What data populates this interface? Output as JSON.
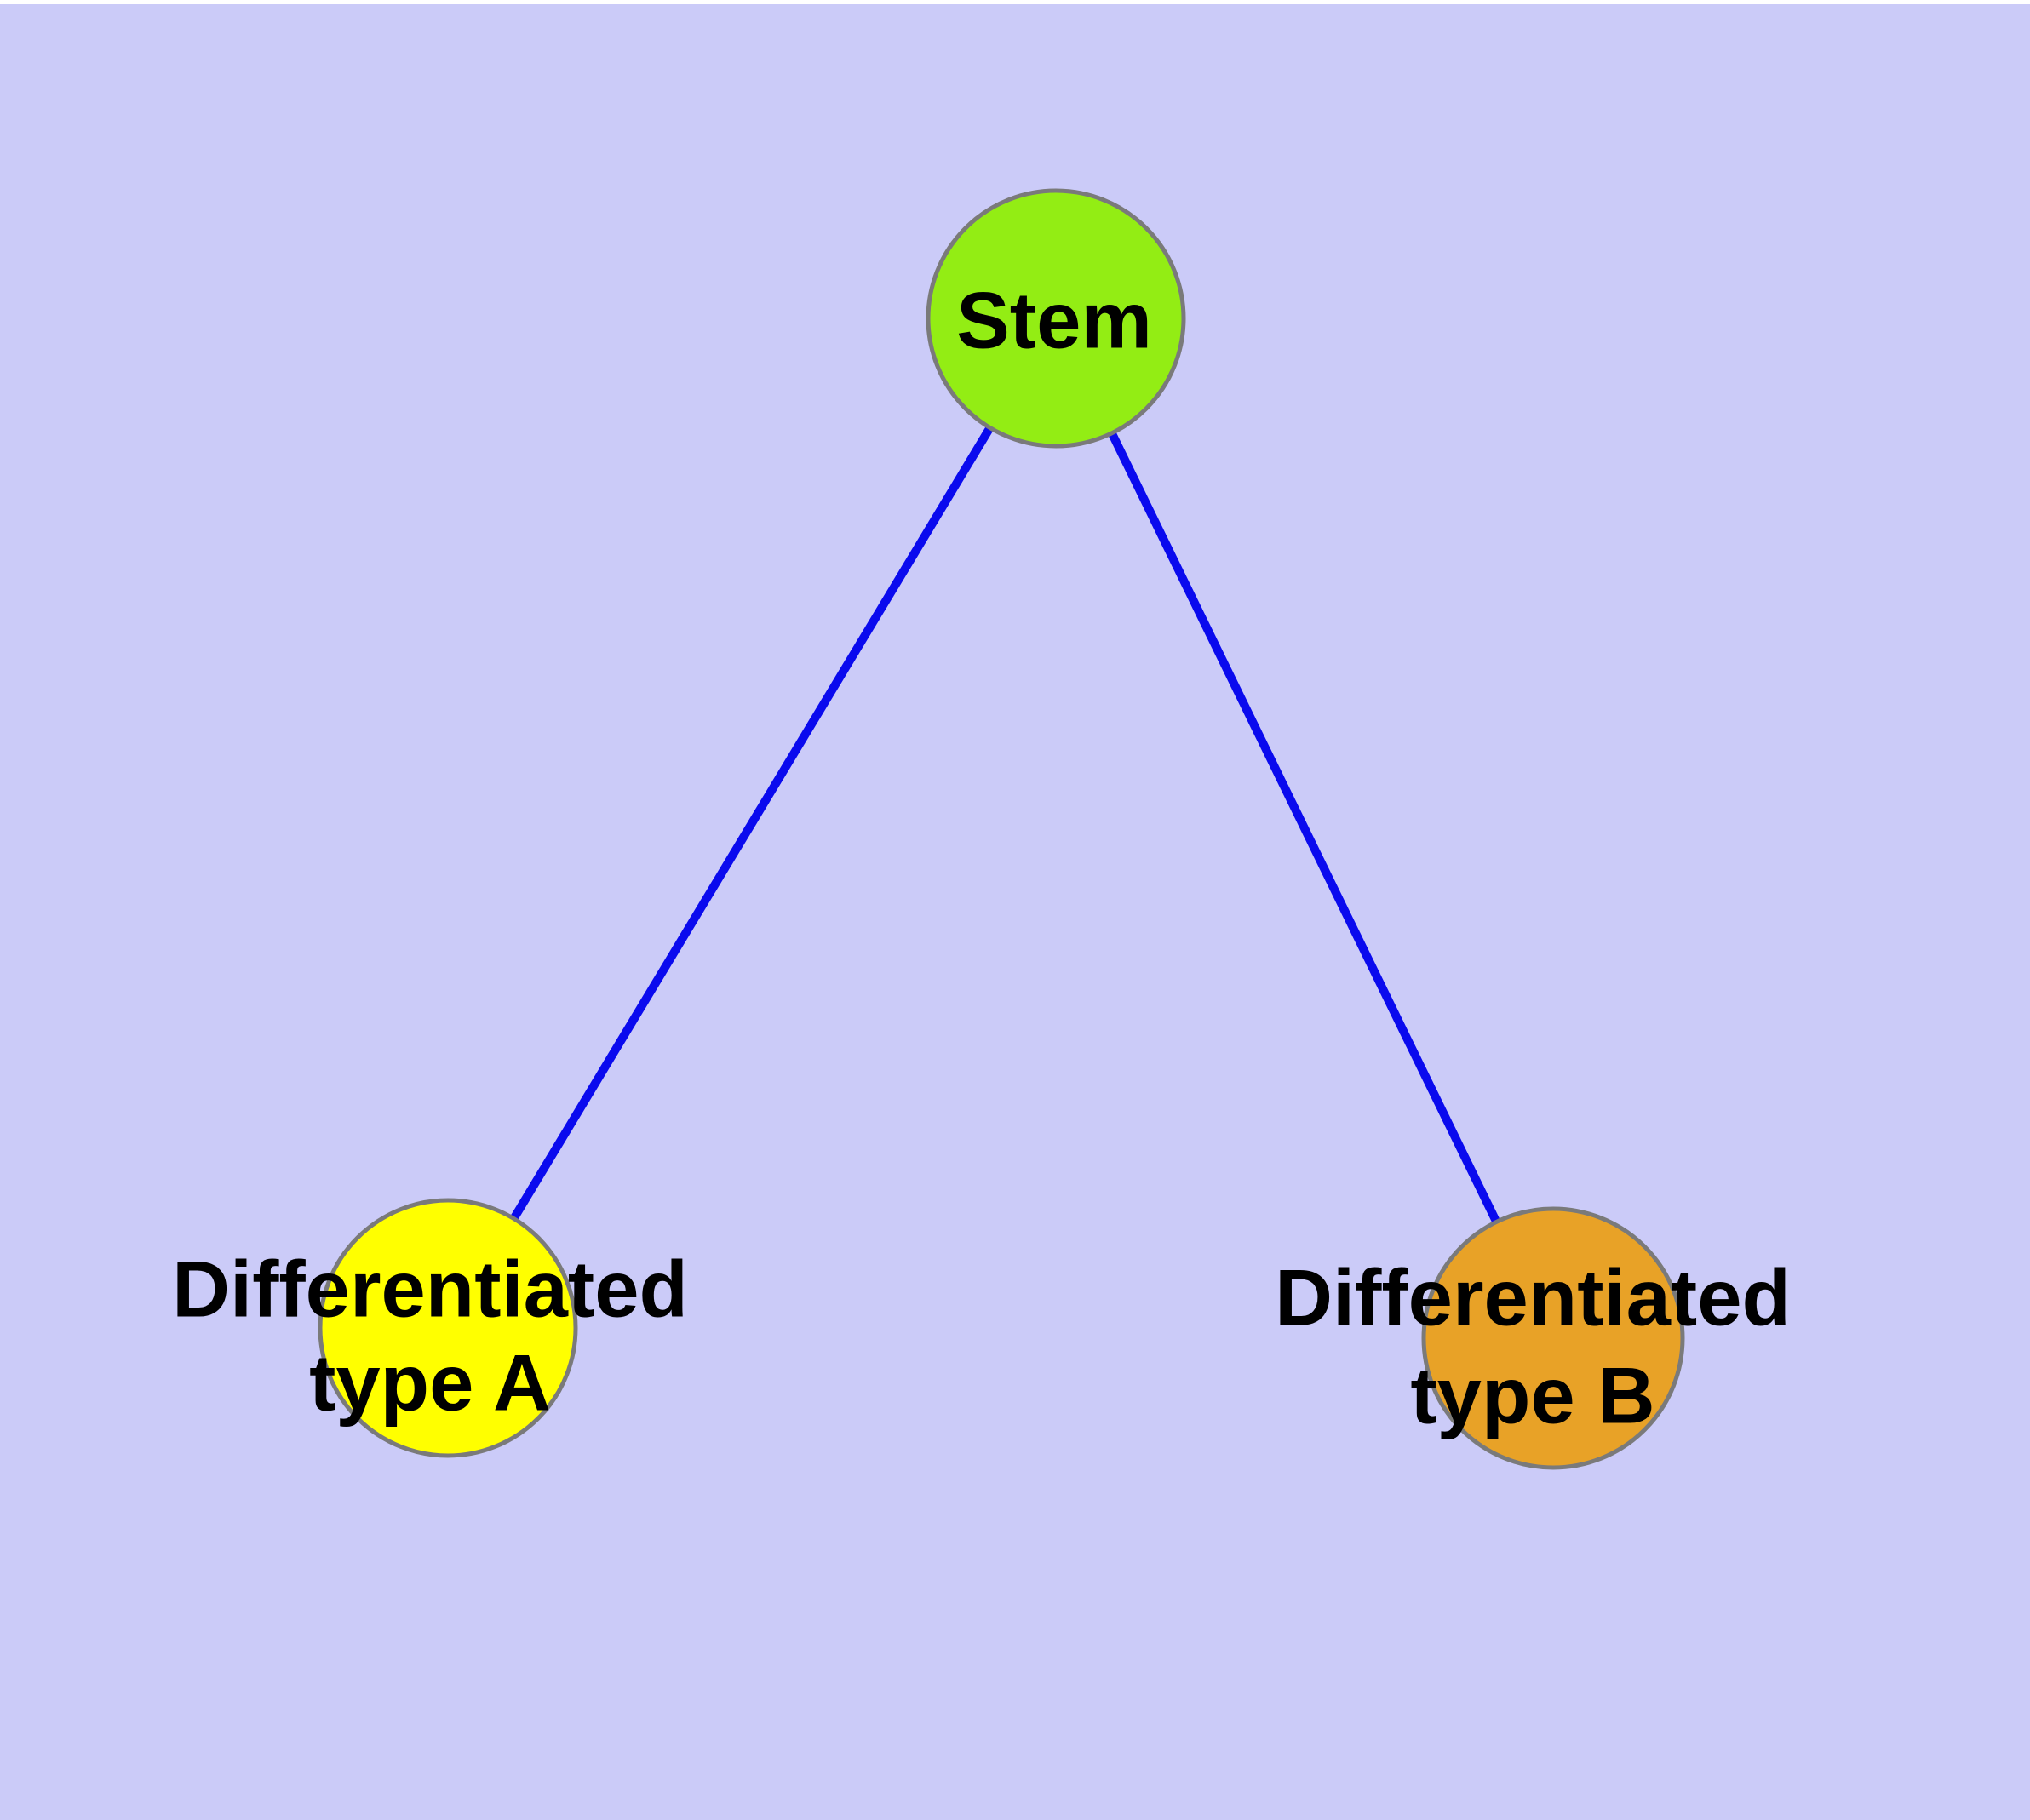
{
  "canvas": {
    "background_color": "#cbcbf8",
    "top_strip_color": "#ffffff"
  },
  "graph": {
    "node_border_color": "#7a7a7a",
    "edge_color": "#0a0aee",
    "label_color": "#000000",
    "nodes": [
      {
        "id": "stem",
        "label": "Stem",
        "fill_color": "#93ed14"
      },
      {
        "id": "type-a",
        "label_line1": "Differentiated",
        "label_line2": "type A",
        "fill_color": "#ffff00"
      },
      {
        "id": "type-b",
        "label_line1": "Differentiated",
        "label_line2": "type B",
        "fill_color": "#e8a227"
      }
    ],
    "edges": [
      {
        "from": "Stem",
        "to": "Differentiated type A"
      },
      {
        "from": "Stem",
        "to": "Differentiated type B"
      }
    ]
  }
}
